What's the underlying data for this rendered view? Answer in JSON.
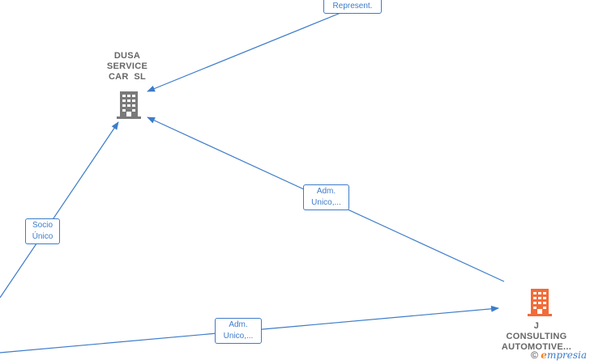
{
  "colors": {
    "edge": "#3d7cc9",
    "company_gray": "#7a7a7a",
    "company_orange": "#f26b38"
  },
  "nodes": {
    "dusa": {
      "name_lines": [
        "DUSA",
        "SERVICE",
        "CAR  SL"
      ],
      "icon": "building-icon",
      "color": "#7a7a7a"
    },
    "jconsulting": {
      "name_lines": [
        "J",
        "CONSULTING",
        "AUTOMOTIVE..."
      ],
      "icon": "building-icon",
      "color": "#f26b38"
    }
  },
  "edges": {
    "represent": {
      "label_lines": [
        "Represent."
      ]
    },
    "adm_dusa": {
      "label_lines": [
        "Adm.",
        "Unico,..."
      ]
    },
    "socio_unico": {
      "label_lines": [
        "Socio",
        "Único"
      ]
    },
    "adm_jc": {
      "label_lines": [
        "Adm.",
        "Unico,..."
      ]
    }
  },
  "watermark": {
    "copyright": "©",
    "brand_first": "e",
    "brand_rest": "mpresia"
  }
}
